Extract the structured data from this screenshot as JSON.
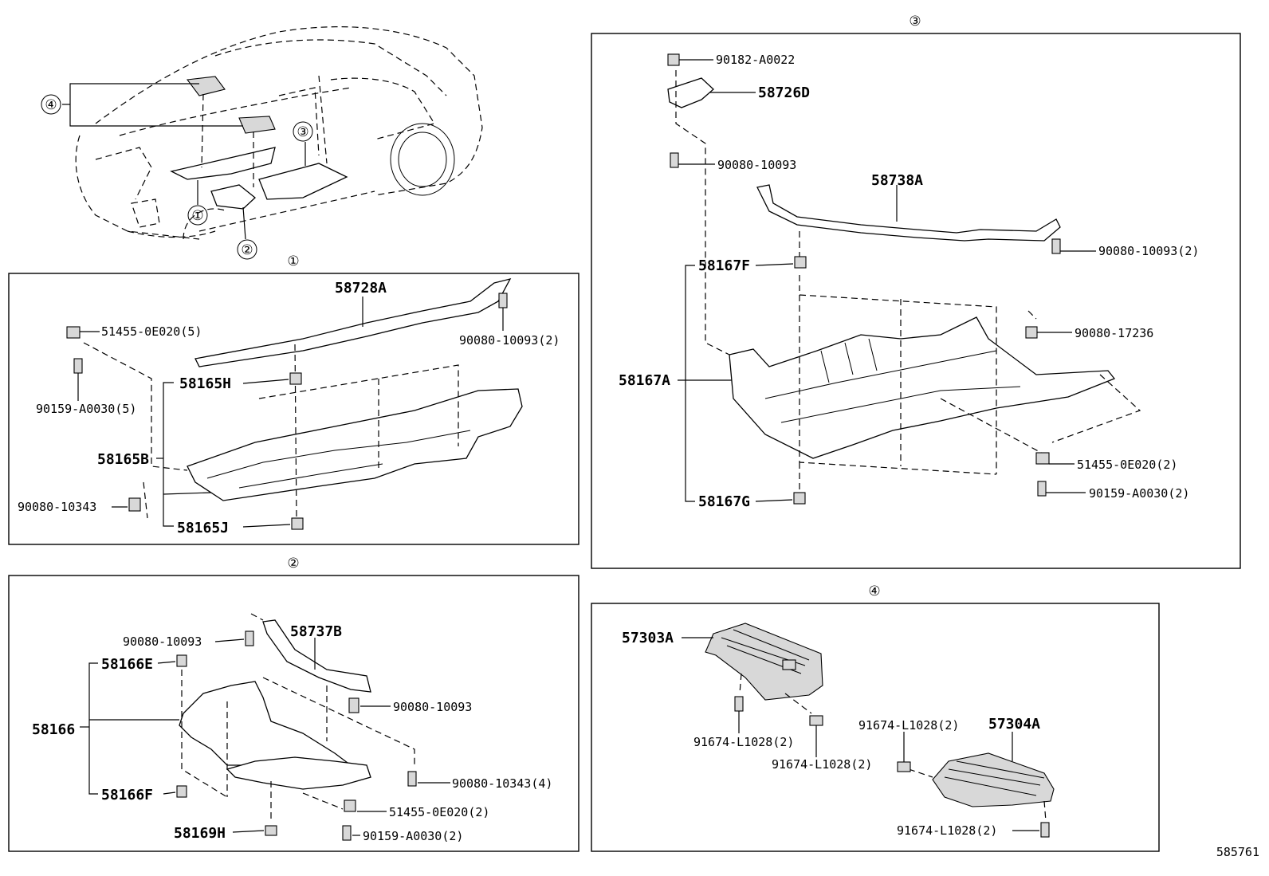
{
  "diagram_id": "585761",
  "sections": {
    "s1": "①",
    "s2": "②",
    "s3": "③",
    "s4": "④"
  },
  "car_callouts": {
    "c1": "①",
    "c2": "②",
    "c3": "③",
    "c4": "④"
  },
  "section1": {
    "p58728A": "58728A",
    "p51455_0E020_5": "51455-0E020(5)",
    "p90080_10093_2": "90080-10093(2)",
    "p90159_A0030_5": "90159-A0030(5)",
    "p58165H": "58165H",
    "p58165B": "58165B",
    "p90080_10343": "90080-10343",
    "p58165J": "58165J"
  },
  "section2": {
    "p90080_10093": "90080-10093",
    "p58737B": "58737B",
    "p58166E": "58166E",
    "p90080_10093b": "90080-10093",
    "p58166": "58166",
    "p90080_10343_4": "90080-10343(4)",
    "p58166F": "58166F",
    "p51455_0E020_2": "51455-0E020(2)",
    "p58169H": "58169H",
    "p90159_A0030_2": "90159-A0030(2)"
  },
  "section3": {
    "p90182_A0022": "90182-A0022",
    "p58726D": "58726D",
    "p90080_10093": "90080-10093",
    "p58738A": "58738A",
    "p90080_10093_2": "90080-10093(2)",
    "p58167F": "58167F",
    "p90080_17236": "90080-17236",
    "p58167A": "58167A",
    "p51455_0E020_2": "51455-0E020(2)",
    "p90159_A0030_2": "90159-A0030(2)",
    "p58167G": "58167G"
  },
  "section4": {
    "p57303A": "57303A",
    "p91674_L1028_2a": "91674-L1028(2)",
    "p91674_L1028_2b": "91674-L1028(2)",
    "p91674_L1028_2c": "91674-L1028(2)",
    "p57304A": "57304A",
    "p91674_L1028_2d": "91674-L1028(2)"
  }
}
